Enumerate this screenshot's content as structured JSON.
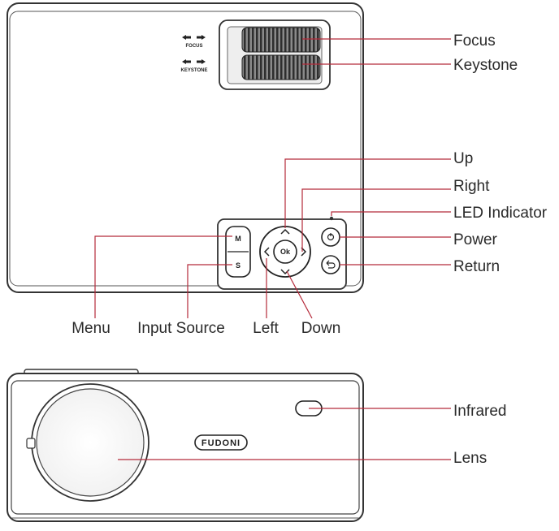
{
  "top_view": {
    "focus_small_label": "FOCUS",
    "keystone_small_label": "KEYSTONE",
    "menu_button_letter": "M",
    "source_button_letter": "S",
    "ok_button_label": "Ok",
    "labels": {
      "focus": "Focus",
      "keystone": "Keystone",
      "up": "Up",
      "right": "Right",
      "led_indicator": "LED Indicator",
      "power": "Power",
      "return": "Return",
      "menu": "Menu",
      "input_source": "Input Source",
      "left": "Left",
      "down": "Down"
    }
  },
  "front_view": {
    "brand": "FUDONI",
    "labels": {
      "infrared": "Infrared",
      "lens": "Lens"
    }
  },
  "colors": {
    "leader_line": "#b52a3a",
    "body_outline": "#333333",
    "text": "#2a2a2a"
  }
}
